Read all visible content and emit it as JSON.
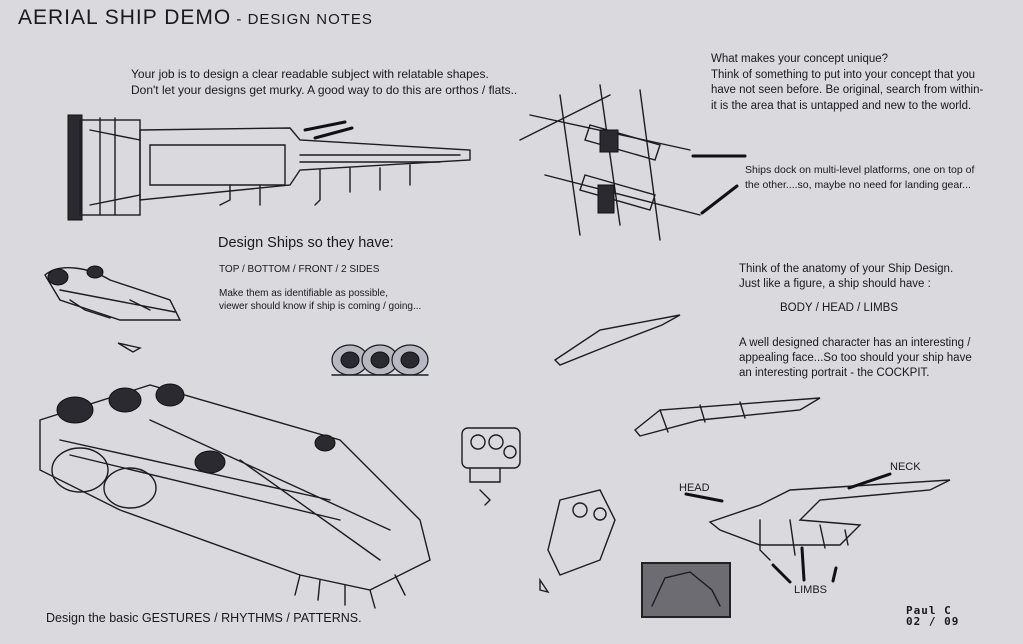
{
  "title": {
    "main": "AERIAL SHIP DEMO",
    "sub": " - DESIGN NOTES"
  },
  "intro": "Your job is to design a clear readable subject with relatable shapes.\nDon't let your designs get murky. A good way to do this are orthos / flats..",
  "concept": "What makes your concept unique?\nThink of something to put into your concept that you\nhave not seen before. Be original, search from within-\nit is the area that is untapped  and new to the world.",
  "dock": "Ships dock on multi-level platforms, one on top of\nthe other....so, maybe no need for landing gear...",
  "design_ships": "Design Ships so they have:",
  "views": "TOP / BOTTOM / FRONT / 2 SIDES",
  "identify": "Make them as identifiable as possible,\nviewer should know if ship is coming / going...",
  "anatomy": "Think of the anatomy of your Ship Design.\nJust like a figure, a ship should have :",
  "body_head_limbs": "BODY / HEAD / LIMBS",
  "character": "A well designed character has an interesting /\nappealing face...So too should your ship have\nan interesting portrait - the COCKPIT.",
  "labels": {
    "neck": "NECK",
    "head": "HEAD",
    "limbs": "LIMBS"
  },
  "gestures": "Design the basic GESTURES / RHYTHMS / PATTERNS.",
  "signature": {
    "name": "Paul  C",
    "date": "02 / 09"
  }
}
